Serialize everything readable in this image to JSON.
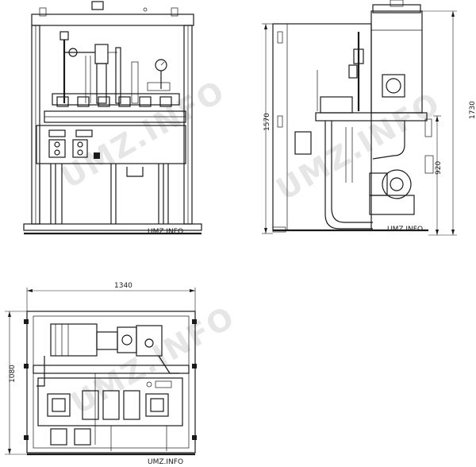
{
  "views": {
    "front": {
      "watermark": "UMZ.INFO"
    },
    "side": {
      "watermark": "UMZ.INFO",
      "dim_total_height": "1570",
      "dim_overall_height": "1730",
      "dim_lower_height": "920"
    },
    "plan": {
      "watermark": "UMZ.INFO",
      "dim_width": "1340",
      "dim_depth": "1080"
    }
  }
}
